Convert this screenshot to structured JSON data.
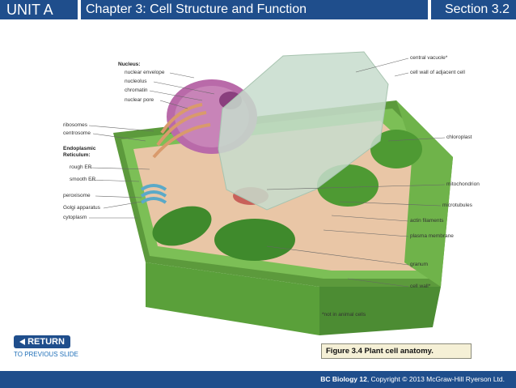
{
  "header": {
    "unit": "UNIT A",
    "chapter": "Chapter 3: Cell Structure and Function",
    "section": "Section 3.2"
  },
  "figure": {
    "labels": {
      "nucleus": "Nucleus:",
      "nuclear_envelope": "nuclear envelope",
      "nucleolus": "nucleolus",
      "chromatin": "chromatin",
      "nuclear_pore": "nuclear pore",
      "ribosomes": "ribosomes",
      "centrosome": "centrosome",
      "er_heading_1": "Endoplasmic",
      "er_heading_2": "Reticulum:",
      "rough_er": "rough ER",
      "smooth_er": "smooth ER",
      "peroxisome": "peroxisome",
      "golgi": "Golgi apparatus",
      "cytoplasm": "cytoplasm",
      "central_vacuole": "central vacuole*",
      "cell_wall_adjacent": "cell wall of adjacent cell",
      "chloroplast": "chloroplast",
      "mitochondrion": "mitochondrion",
      "microtubules": "microtubules",
      "actin_filaments": "actin filaments",
      "plasma_membrane": "plasma membrane",
      "granum": "granum",
      "cell_wall": "cell wall*",
      "note": "*not in animal cells"
    }
  },
  "nav": {
    "return_label": "RETURN",
    "previous_slide": "TO PREVIOUS SLIDE"
  },
  "caption": "Figure 3.4 Plant cell anatomy.",
  "footer": {
    "book": "BC Biology 12",
    "copyright": ", Copyright © 2013 McGraw-Hill Ryerson Ltd."
  },
  "colors": {
    "header_blue": "#1f4e8c",
    "cell_wall_green": "#6aa84f",
    "vacuole": "#c9dccb",
    "nucleus": "#b05fa3"
  }
}
